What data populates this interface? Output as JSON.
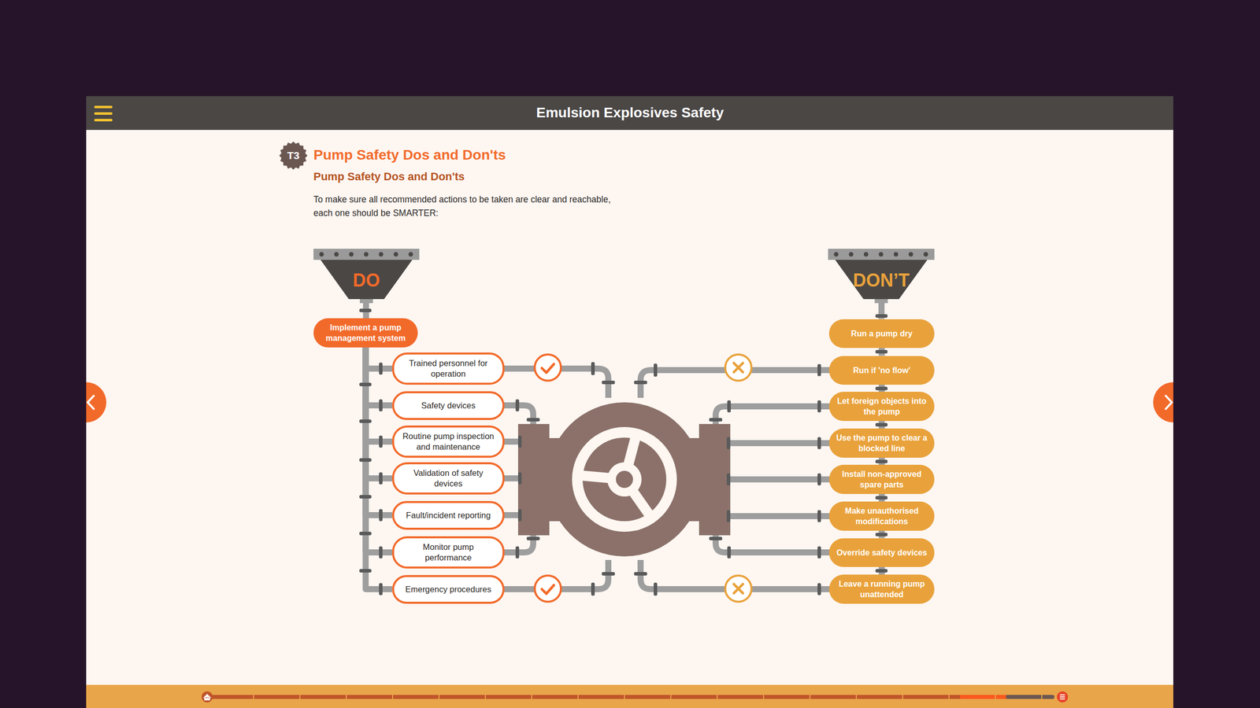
{
  "diagram": {
    "title": "Pump Safety Dos and Don'ts",
    "nodes": [
      {
        "text": [
          "T3"
        ]
      },
      {
        "text": [
          "DO"
        ]
      },
      {
        "text": [
          "Implement a pump management system"
        ]
      },
      {
        "text": [
          "Trained personnel for operation"
        ]
      },
      {
        "text": [
          "Safety devices"
        ]
      },
      {
        "text": [
          "Routine pump inspection and maintenance"
        ]
      },
      {
        "text": [
          "Validation of safety devices"
        ]
      },
      {
        "text": [
          "Fault/incident reporting"
        ]
      },
      {
        "text": [
          "Monitor pump performance"
        ]
      },
      {
        "text": [
          "Emergency procedures"
        ]
      },
      {
        "text": [
          "DON’T"
        ]
      },
      {
        "text": [
          "Run a pump dry"
        ]
      },
      {
        "text": [
          "Run if 'no flow'"
        ]
      },
      {
        "text": [
          "Let foreign objects into the pump"
        ]
      },
      {
        "text": [
          "Use the pump to clear a blocked line"
        ]
      },
      {
        "text": [
          "Install non-approved spare parts"
        ]
      },
      {
        "text": [
          "Make unauthorised modifications"
        ]
      },
      {
        "text": [
          "Override safety devices"
        ]
      },
      {
        "text": [
          "Leave a running pump unattended"
        ]
      }
    ],
    "edges": [
      {
        "from": 1,
        "to": 2,
        "arrow": "none"
      },
      {
        "from": 2,
        "to": 3,
        "arrow": "none"
      },
      {
        "from": 2,
        "to": 4,
        "arrow": "none"
      },
      {
        "from": 2,
        "to": 5,
        "arrow": "none"
      },
      {
        "from": 2,
        "to": 6,
        "arrow": "none"
      },
      {
        "from": 2,
        "to": 7,
        "arrow": "none"
      },
      {
        "from": 2,
        "to": 8,
        "arrow": "none"
      },
      {
        "from": 2,
        "to": 9,
        "arrow": "none"
      },
      {
        "from": 10,
        "to": 11,
        "arrow": "none"
      },
      {
        "from": 11,
        "to": 12,
        "arrow": "none"
      },
      {
        "from": 12,
        "to": 13,
        "arrow": "none"
      },
      {
        "from": 13,
        "to": 14,
        "arrow": "none"
      },
      {
        "from": 14,
        "to": 15,
        "arrow": "none"
      },
      {
        "from": 15,
        "to": 16,
        "arrow": "none"
      },
      {
        "from": 16,
        "to": 17,
        "arrow": "none"
      },
      {
        "from": 17,
        "to": 18,
        "arrow": "none"
      }
    ],
    "labels": [
      "Emulsion Explosives Safety",
      "Pump Safety Dos and Don'ts",
      "To make sure all recommended actions to be taken are clear and reachable, each one should be SMARTER:"
    ]
  }
}
